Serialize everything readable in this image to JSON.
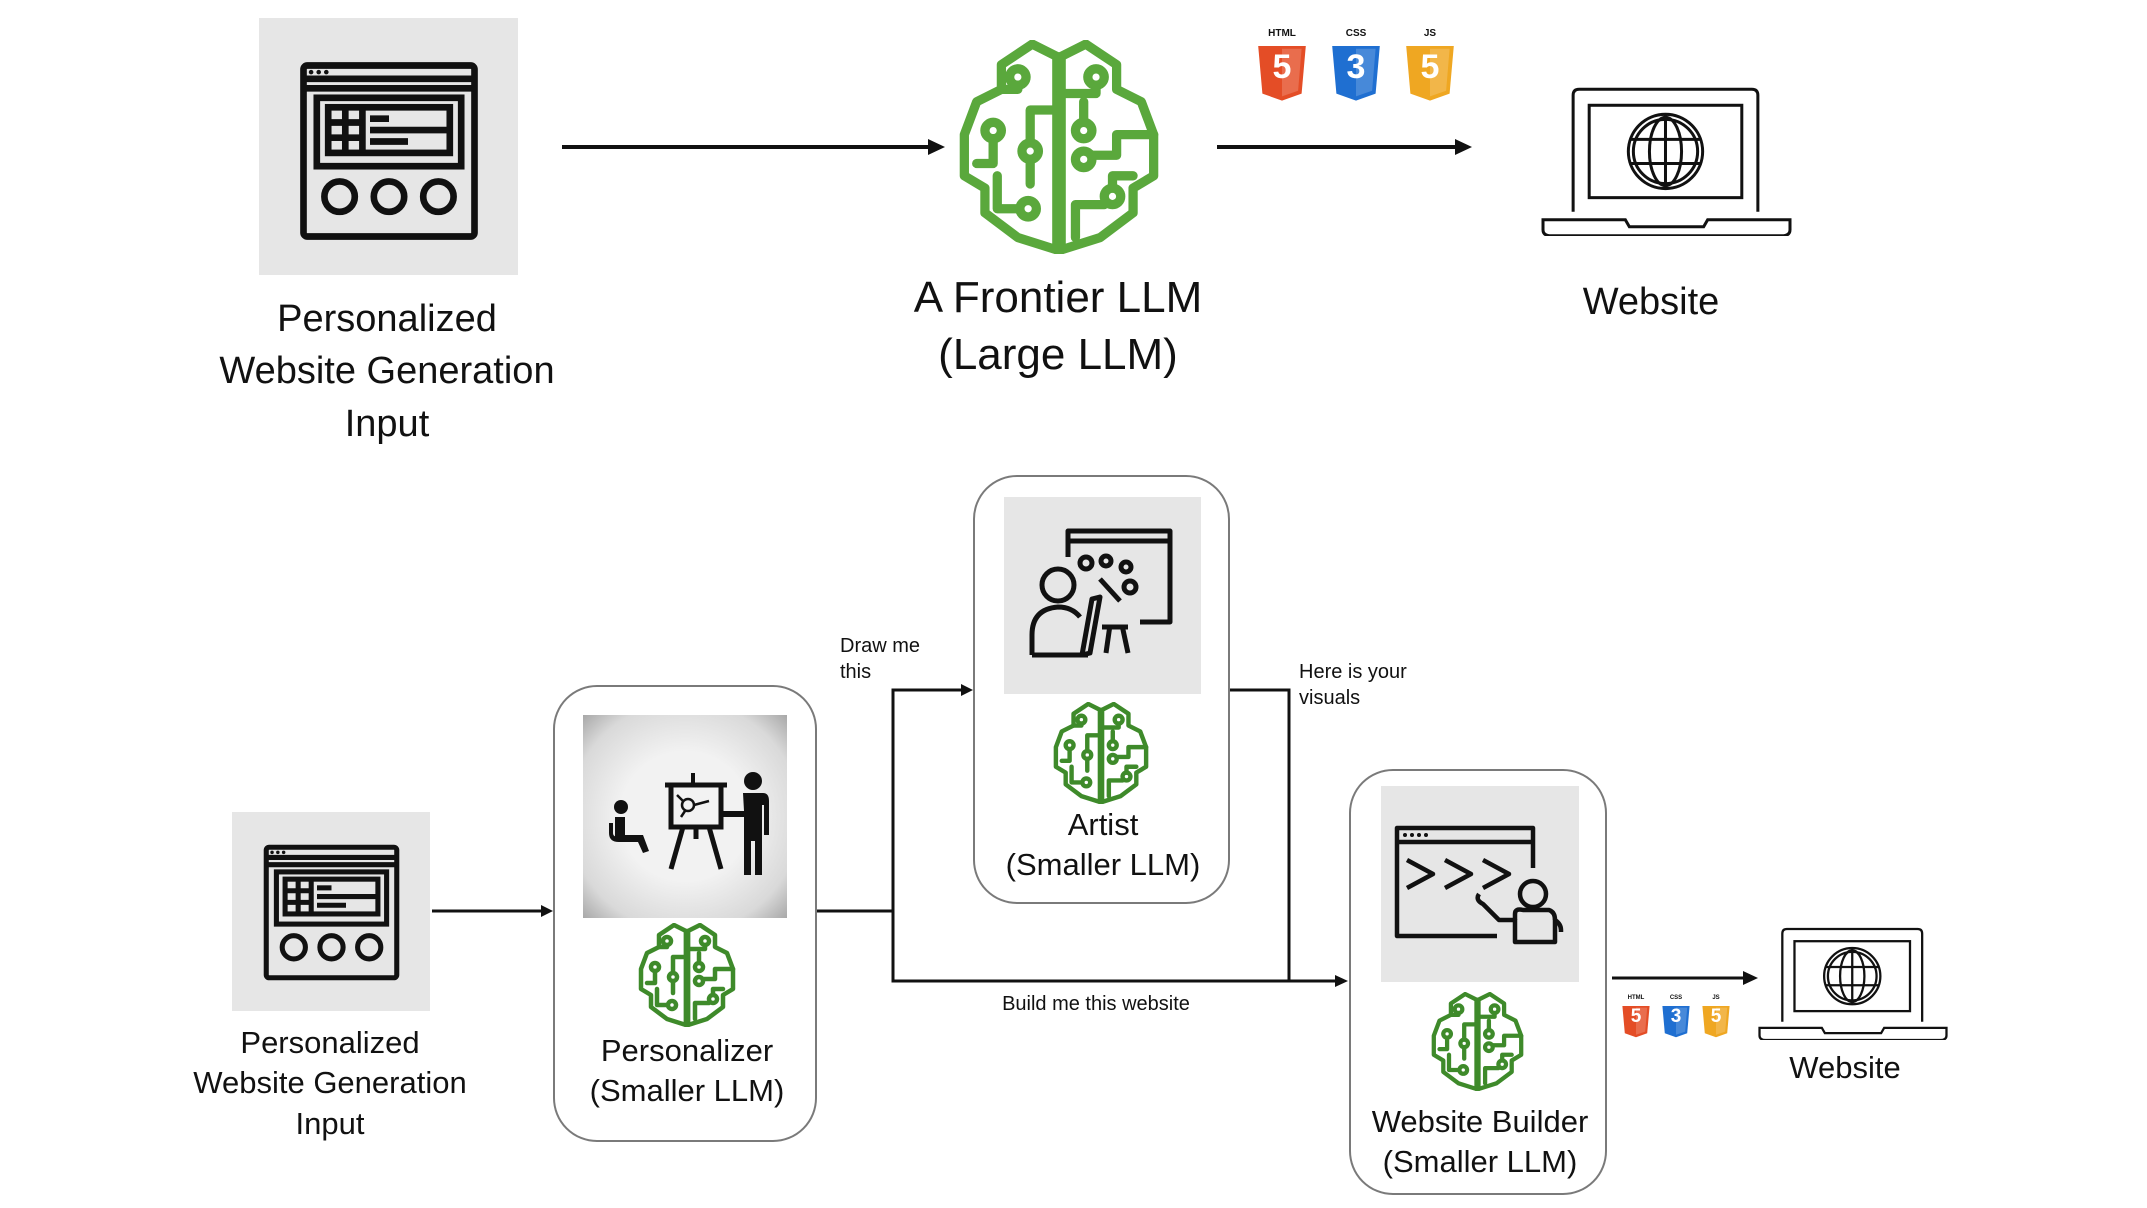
{
  "top_pipeline": {
    "input": {
      "icon": "web-form-icon",
      "label_lines": [
        "Personalized",
        "Website Generation",
        "Input"
      ]
    },
    "model": {
      "icon": "brain-circuit-icon",
      "label_lines": [
        "A Frontier LLM",
        "(Large LLM)"
      ]
    },
    "tech_badges": [
      {
        "name": "HTML",
        "glyph": "5",
        "color": "#e44d26"
      },
      {
        "name": "CSS",
        "glyph": "3",
        "color": "#1f6fd1"
      },
      {
        "name": "JS",
        "glyph": "5",
        "color": "#efa722"
      }
    ],
    "output": {
      "icon": "laptop-globe-icon",
      "label": "Website"
    }
  },
  "bottom_pipeline": {
    "input": {
      "icon": "web-form-icon",
      "label_lines": [
        "Personalized",
        "Website Generation",
        "Input"
      ]
    },
    "personalizer": {
      "icon": "presentation-audience-icon",
      "label_lines": [
        "Personalizer",
        "(Smaller LLM)"
      ]
    },
    "artist": {
      "icon": "artist-drawing-board-icon",
      "label_lines": [
        "Artist",
        "(Smaller LLM)"
      ]
    },
    "builder": {
      "icon": "code-terminal-developer-icon",
      "label_lines": [
        "Website Builder",
        "(Smaller LLM)"
      ]
    },
    "edge_labels": {
      "draw_me_this": [
        "Draw me",
        "this"
      ],
      "here_is_your_visuals": [
        "Here is your",
        "visuals"
      ],
      "build_me_this_website": "Build me this website"
    },
    "tech_badges": [
      {
        "name": "HTML",
        "glyph": "5",
        "color": "#e44d26"
      },
      {
        "name": "CSS",
        "glyph": "3",
        "color": "#1f6fd1"
      },
      {
        "name": "JS",
        "glyph": "5",
        "color": "#efa722"
      }
    ],
    "output": {
      "icon": "laptop-globe-icon",
      "label": "Website"
    }
  },
  "colors": {
    "brain_green": "#5aa83c",
    "brain_green_dark": "#3e8a2a",
    "panel_gray": "#e6e6e6",
    "card_border": "#7a7a7a"
  }
}
